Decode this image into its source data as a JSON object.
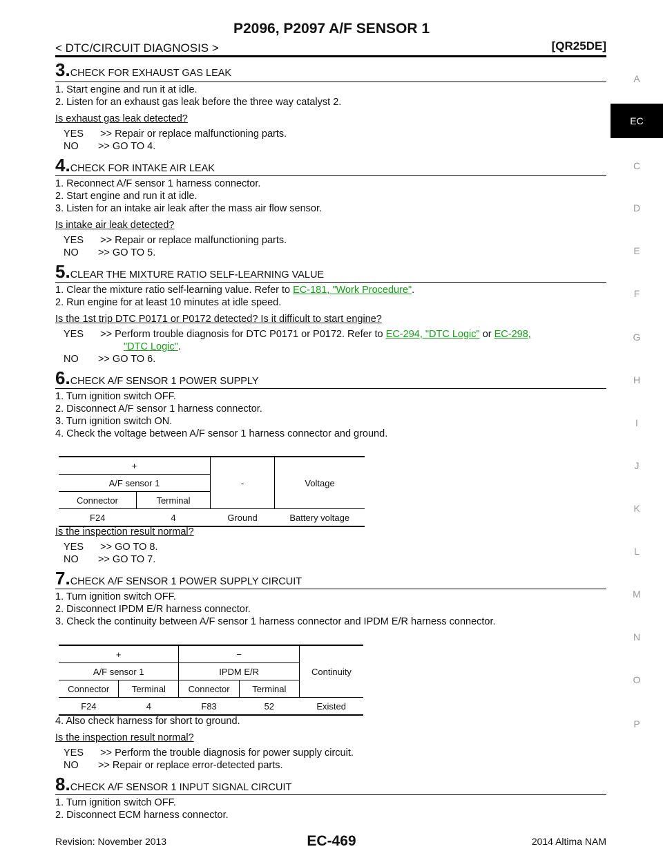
{
  "header": {
    "title": "P2096, P2097 A/F SENSOR 1",
    "section": "< DTC/CIRCUIT DIAGNOSIS >",
    "engine": "[QR25DE]"
  },
  "tabs": [
    "A",
    "EC",
    "C",
    "D",
    "E",
    "F",
    "G",
    "H",
    "I",
    "J",
    "K",
    "L",
    "M",
    "N",
    "O",
    "P"
  ],
  "step3": {
    "num": "3.",
    "title": "CHECK FOR EXHAUST GAS LEAK",
    "items": [
      "1. Start engine and run it at idle.",
      "2. Listen for an exhaust gas leak before the three way catalyst 2."
    ],
    "question": "Is exhaust gas leak detected?",
    "yes": "YES      >> Repair or replace malfunctioning parts.",
    "no": "NO       >> GO TO 4."
  },
  "step4": {
    "num": "4.",
    "title": "CHECK FOR INTAKE AIR LEAK",
    "items": [
      "1. Reconnect A/F sensor 1 harness connector.",
      "2. Start engine and run it at idle.",
      "3. Listen for an intake air leak after the mass air flow sensor."
    ],
    "question": "Is intake air leak detected?",
    "yes": "YES      >> Repair or replace malfunctioning parts.",
    "no": "NO       >> GO TO 5."
  },
  "step5": {
    "num": "5.",
    "title": "CLEAR THE MIXTURE RATIO SELF-LEARNING VALUE",
    "item1_pre": "1. Clear the mixture ratio self-learning value. Refer to ",
    "item1_link": "EC-181, \"Work Procedure\"",
    "item1_post": ".",
    "item2": "2. Run engine for at least 10 minutes at idle speed.",
    "question": "Is the 1st trip DTC P0171 or P0172 detected? Is it difficult to start engine?",
    "yes_pre": "YES      >> Perform trouble diagnosis for DTC P0171 or P0172. Refer to ",
    "yes_link1": "EC-294, \"DTC Logic\"",
    "yes_mid": " or ",
    "yes_link2": "EC-298,",
    "yes_link3": "\"DTC Logic\"",
    "yes_post": ".",
    "no": "NO       >> GO TO 6."
  },
  "step6": {
    "num": "6.",
    "title": "CHECK A/F SENSOR 1 POWER SUPPLY",
    "items": [
      "1. Turn ignition switch OFF.",
      "2. Disconnect A/F sensor 1 harness connector.",
      "3. Turn ignition switch ON.",
      "4. Check the voltage between A/F sensor 1 harness connector and ground."
    ],
    "table": {
      "plus": "+",
      "minus": "-",
      "voltage": "Voltage",
      "sensor": "A/F sensor 1",
      "connector": "Connector",
      "terminal": "Terminal",
      "row": [
        "F24",
        "4",
        "Ground",
        "Battery voltage"
      ]
    },
    "question": "Is the inspection result normal?",
    "yes": "YES      >> GO TO 8.",
    "no": "NO       >> GO TO 7."
  },
  "step7": {
    "num": "7.",
    "title": "CHECK A/F SENSOR 1 POWER SUPPLY CIRCUIT",
    "items": [
      "1. Turn ignition switch OFF.",
      "2. Disconnect IPDM E/R harness connector.",
      "3. Check the continuity between A/F sensor 1 harness connector and IPDM E/R harness connector."
    ],
    "table": {
      "plus": "+",
      "minus": "−",
      "continuity": "Continuity",
      "sensor": "A/F sensor 1",
      "ipdm": "IPDM E/R",
      "connector": "Connector",
      "terminal": "Terminal",
      "row": [
        "F24",
        "4",
        "F83",
        "52",
        "Existed"
      ]
    },
    "item4": "4. Also check harness for short to ground.",
    "question": "Is the inspection result normal?",
    "yes": "YES      >> Perform the trouble diagnosis for power supply circuit.",
    "no": "NO       >> Repair or replace error-detected parts."
  },
  "step8": {
    "num": "8.",
    "title": "CHECK A/F SENSOR 1 INPUT SIGNAL CIRCUIT",
    "items": [
      "1. Turn ignition switch OFF.",
      "2. Disconnect ECM harness connector."
    ]
  },
  "footer": {
    "revision": "Revision: November 2013",
    "page": "EC-469",
    "model": "2014 Altima NAM"
  }
}
